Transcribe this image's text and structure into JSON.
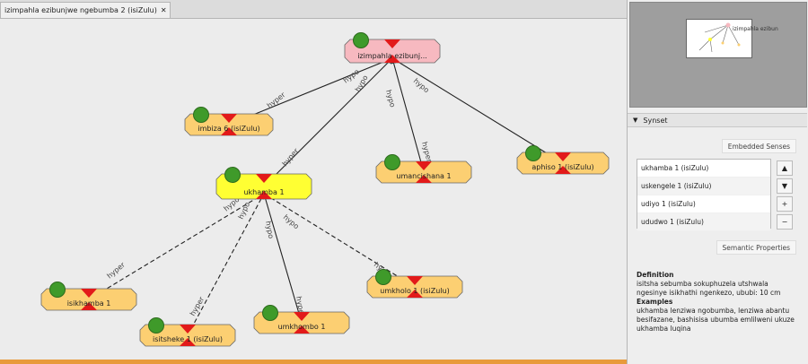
{
  "tab": {
    "title": "izimpahla ezibunjwe ngebumba 2 (isiZulu)",
    "close": "✕"
  },
  "nodes": [
    {
      "label": "izimpahla ezibunj...",
      "variant": "pink"
    },
    {
      "label": "imbiza 6 (isiZulu)",
      "variant": "orange"
    },
    {
      "label": "ukhamba 1",
      "variant": "yellow"
    },
    {
      "label": "umancishana 1",
      "variant": "orange"
    },
    {
      "label": "aphiso 1 (isiZulu)",
      "variant": "orange"
    },
    {
      "label": "isikhamba 1",
      "variant": "orange"
    },
    {
      "label": "isitsheke 1 (isiZulu)",
      "variant": "orange"
    },
    {
      "label": "umkhombo 1",
      "variant": "orange"
    },
    {
      "label": "umkholo 1 (isiZulu)",
      "variant": "orange"
    }
  ],
  "edge_labels": {
    "hyper": "hyper",
    "hypo": "hypo"
  },
  "preview": {
    "label": "izimpahla ezibun"
  },
  "synset": {
    "header": "Synset",
    "embedded_label": "Embedded Senses",
    "senses": [
      "ukhamba 1 (isiZulu)",
      "uskengele 1 (isiZulu)",
      "udiyo 1 (isiZulu)",
      "ududwo 1 (isiZulu)"
    ],
    "buttons": [
      "▲",
      "▼",
      "+",
      "−"
    ],
    "semantic_label": "Semantic Properties",
    "definition_title": "Definition",
    "definition": "isitsha sebumba sokuphuzela utshwala ngesinye isikhathi ngenkezo, ububi: 10 cm",
    "examples_title": "Examples",
    "examples": "ukhamba lenziwa ngobumba, lenziwa abantu besifazane, bashisisa ubumba emlilweni ukuze ukhamba luqina"
  },
  "colors": {
    "pink": "#f7b9c0",
    "orange": "#fccf72",
    "yellow": "#ffff33",
    "green": "#3f9a2a",
    "red": "#e21a1a",
    "accent": "#e89a3c"
  }
}
